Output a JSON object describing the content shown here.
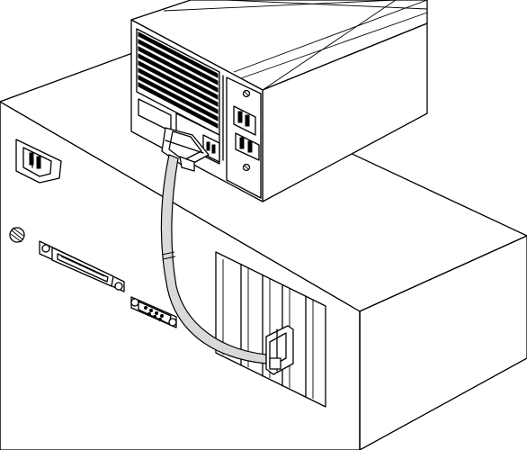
{
  "diagram": {
    "kind": "line-art illustration",
    "colors": {
      "line": "#000000",
      "background": "#ffffff",
      "cable": "#d9d9d9"
    },
    "parts": [
      "computer-chassis",
      "external-drive-enclosure",
      "connecting-cable",
      "power-inlet",
      "parallel-port",
      "serial-port",
      "expansion-slots"
    ]
  }
}
